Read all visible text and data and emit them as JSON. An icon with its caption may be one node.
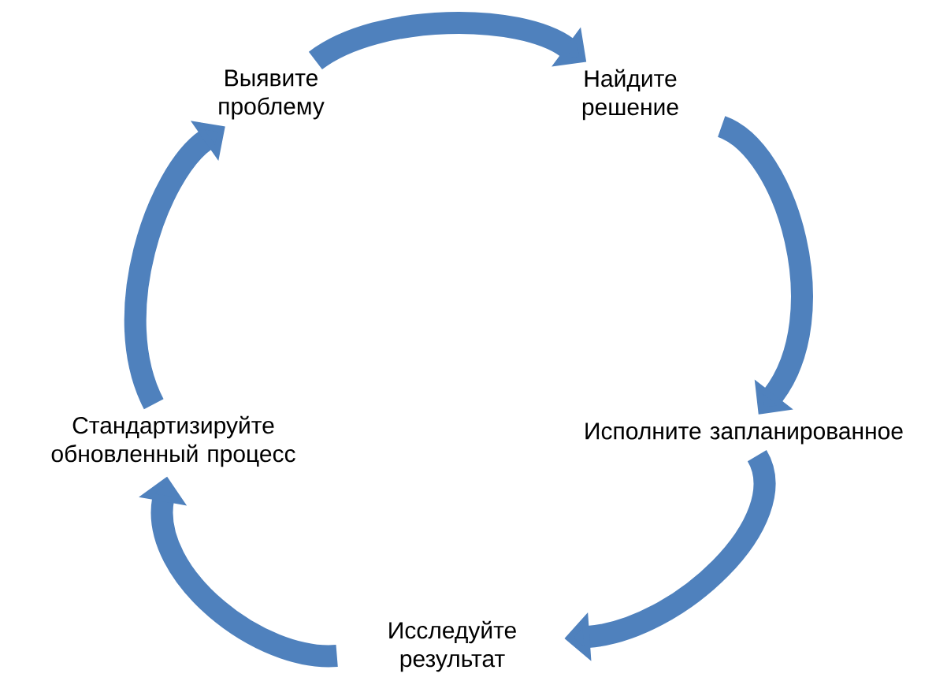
{
  "diagram": {
    "nodes": [
      {
        "text": [
          "Выявите проблему"
        ]
      },
      {
        "text": [
          "Найдите решение"
        ]
      },
      {
        "text": [
          "Исполните запланированное"
        ]
      },
      {
        "text": [
          "Исследуйте результат"
        ]
      },
      {
        "text": [
          "Стандартизируйте обновленный процесс"
        ]
      }
    ],
    "edges": [
      {
        "from": 0,
        "to": 1,
        "arrow": "to"
      },
      {
        "from": 1,
        "to": 2,
        "arrow": "to"
      },
      {
        "from": 2,
        "to": 3,
        "arrow": "to"
      },
      {
        "from": 3,
        "to": 4,
        "arrow": "to"
      },
      {
        "from": 4,
        "to": 0,
        "arrow": "to"
      }
    ]
  }
}
